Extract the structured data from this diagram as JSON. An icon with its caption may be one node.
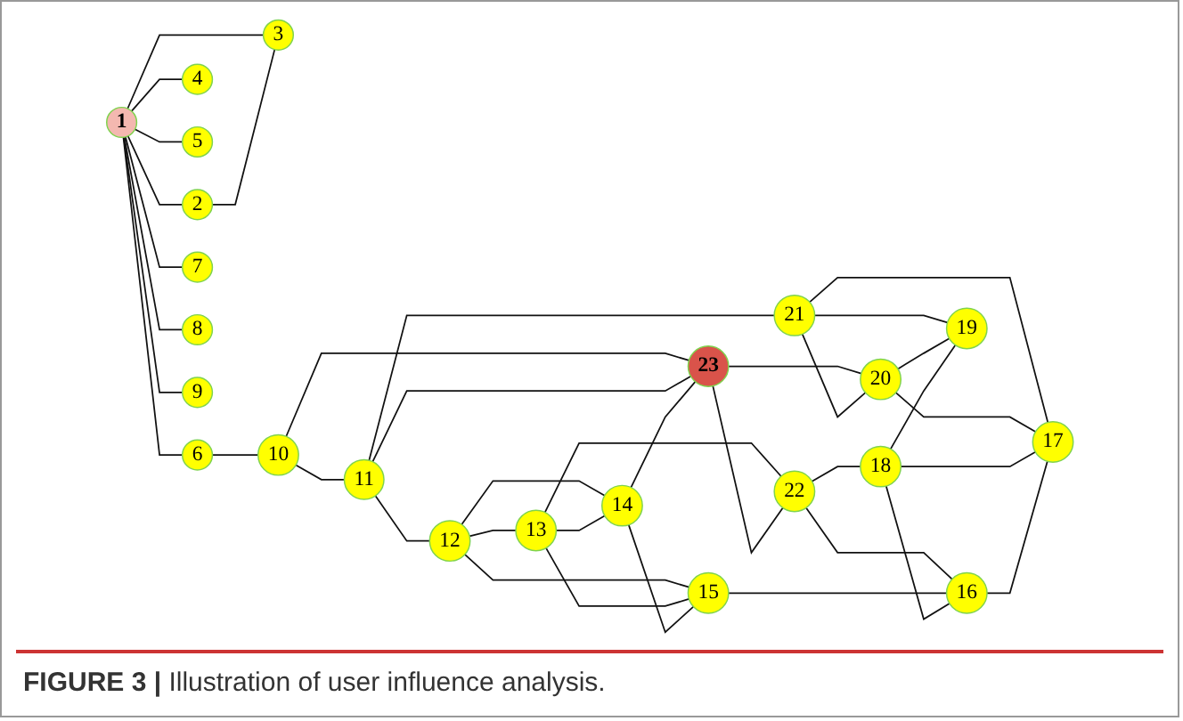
{
  "diagram": {
    "caption": "**FIGURE 3 |** Illustration of user influence analysis.",
    "nodes": [
      {
        "text": [
          "1"
        ]
      },
      {
        "text": [
          "2"
        ]
      },
      {
        "text": [
          "3"
        ]
      },
      {
        "text": [
          "4"
        ]
      },
      {
        "text": [
          "5"
        ]
      },
      {
        "text": [
          "6"
        ]
      },
      {
        "text": [
          "7"
        ]
      },
      {
        "text": [
          "8"
        ]
      },
      {
        "text": [
          "9"
        ]
      },
      {
        "text": [
          "10"
        ]
      },
      {
        "text": [
          "11"
        ]
      },
      {
        "text": [
          "12"
        ]
      },
      {
        "text": [
          "13"
        ]
      },
      {
        "text": [
          "14"
        ]
      },
      {
        "text": [
          "15"
        ]
      },
      {
        "text": [
          "16"
        ]
      },
      {
        "text": [
          "17"
        ]
      },
      {
        "text": [
          "18"
        ]
      },
      {
        "text": [
          "19"
        ]
      },
      {
        "text": [
          "20"
        ]
      },
      {
        "text": [
          "21"
        ]
      },
      {
        "text": [
          "22"
        ]
      },
      {
        "text": [
          "23"
        ]
      }
    ],
    "edges": [
      {
        "from": 0,
        "to": 1,
        "arrow": "none"
      },
      {
        "from": 0,
        "to": 2,
        "arrow": "none"
      },
      {
        "from": 0,
        "to": 3,
        "arrow": "none"
      },
      {
        "from": 0,
        "to": 4,
        "arrow": "none"
      },
      {
        "from": 0,
        "to": 5,
        "arrow": "none"
      },
      {
        "from": 0,
        "to": 6,
        "arrow": "none"
      },
      {
        "from": 0,
        "to": 7,
        "arrow": "none"
      },
      {
        "from": 0,
        "to": 8,
        "arrow": "none"
      },
      {
        "from": 1,
        "to": 2,
        "arrow": "none"
      },
      {
        "from": 5,
        "to": 9,
        "arrow": "none"
      },
      {
        "from": 9,
        "to": 10,
        "arrow": "none"
      },
      {
        "from": 9,
        "to": 22,
        "arrow": "none"
      },
      {
        "from": 10,
        "to": 11,
        "arrow": "none"
      },
      {
        "from": 10,
        "to": 22,
        "arrow": "none"
      },
      {
        "from": 10,
        "to": 20,
        "arrow": "none"
      },
      {
        "from": 11,
        "to": 12,
        "arrow": "none"
      },
      {
        "from": 11,
        "to": 13,
        "arrow": "none"
      },
      {
        "from": 11,
        "to": 14,
        "arrow": "none"
      },
      {
        "from": 12,
        "to": 13,
        "arrow": "none"
      },
      {
        "from": 12,
        "to": 21,
        "arrow": "none"
      },
      {
        "from": 12,
        "to": 14,
        "arrow": "none"
      },
      {
        "from": 13,
        "to": 22,
        "arrow": "none"
      },
      {
        "from": 13,
        "to": 14,
        "arrow": "none"
      },
      {
        "from": 22,
        "to": 21,
        "arrow": "none"
      },
      {
        "from": 22,
        "to": 19,
        "arrow": "none"
      },
      {
        "from": 21,
        "to": 17,
        "arrow": "none"
      },
      {
        "from": 21,
        "to": 15,
        "arrow": "none"
      },
      {
        "from": 14,
        "to": 15,
        "arrow": "none"
      },
      {
        "from": 20,
        "to": 19,
        "arrow": "none"
      },
      {
        "from": 20,
        "to": 18,
        "arrow": "none"
      },
      {
        "from": 20,
        "to": 16,
        "arrow": "none"
      },
      {
        "from": 19,
        "to": 18,
        "arrow": "none"
      },
      {
        "from": 19,
        "to": 16,
        "arrow": "none"
      },
      {
        "from": 17,
        "to": 15,
        "arrow": "none"
      },
      {
        "from": 17,
        "to": 16,
        "arrow": "none"
      },
      {
        "from": 17,
        "to": 18,
        "arrow": "none"
      },
      {
        "from": 15,
        "to": 16,
        "arrow": "none"
      }
    ]
  }
}
